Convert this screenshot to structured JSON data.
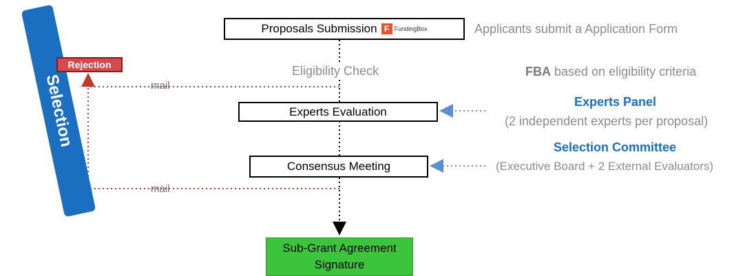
{
  "side": {
    "selection_label": "Selection",
    "rejection_label": "Rejection"
  },
  "steps": {
    "proposals": "Proposals Submission",
    "eligibility": "Eligibility Check",
    "experts": "Experts Evaluation",
    "consensus": "Consensus Meeting",
    "agreement_line1": "Sub-Grant Agreement",
    "agreement_line2": "Signature"
  },
  "fundingbox": {
    "logo_letter": "F",
    "name": "FundingBox"
  },
  "notes": {
    "applicants": "Applicants submit a Application Form",
    "fba_bold": "FBA",
    "fba_rest": " based on eligibility criteria",
    "experts_panel_title": "Experts Panel",
    "experts_panel_desc": "(2 independent experts per proposal)",
    "committee_title": "Selection Committee",
    "committee_desc": "(Executive Board + 2 External Evaluators)"
  },
  "mail_labels": [
    "mail",
    "mail"
  ],
  "colors": {
    "blue": "#1a6fc0",
    "red": "#c0392b",
    "green": "#3cc43c",
    "gray": "#8c8c8c"
  }
}
